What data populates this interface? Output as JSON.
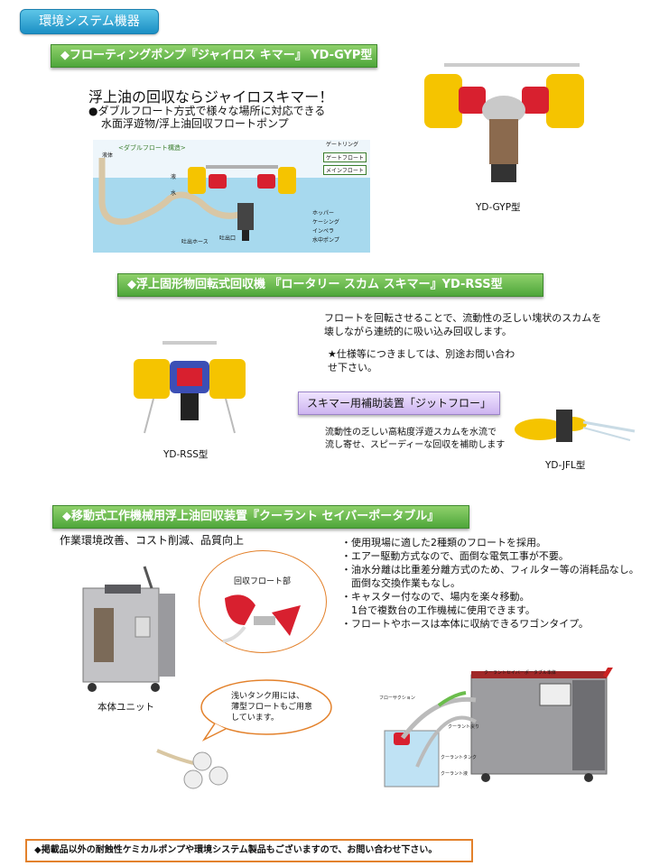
{
  "category_button": "環境システム機器",
  "section1": {
    "title": "◆フローティングポンプ『ジャイロス キマー』 YD-GYP型",
    "headline": "浮上油の回収ならジャイロスキマー！",
    "bullet": "●ダブルフロート方式で様々な場所に対応できる",
    "sub": "水面浮遊物/浮上油回収フロートポンプ",
    "diagram": {
      "title": "<ダブルフロート構造>",
      "labels": [
        "ゲートリング",
        "ゲートフロート",
        "メインフロート",
        "ホッパー",
        "ケーシング",
        "インペラ",
        "水中ポンプ",
        "吐出ホース",
        "吐出口",
        "液体",
        "液",
        "水"
      ]
    },
    "photo_caption": "YD-GYP型"
  },
  "section2": {
    "title": "◆浮上固形物回転式回収機 『ロータリー スカム スキマー』YD-RSS型",
    "desc_line1": "フロートを回転させることで、流動性の乏しい塊状のスカムを",
    "desc_line2": "壊しながら連続的に吸い込み回収します。",
    "note_line1": "★仕様等につきましては、別途お問い合わ",
    "note_line2": "せ下さい。",
    "photo_caption": "YD-RSS型",
    "aux_label": "スキマー用補助装置「ジットフロー」",
    "aux_desc_line1": "流動性の乏しい高粘度浮遊スカムを水流で",
    "aux_desc_line2": "流し寄せ、スピーディーな回収を補助します",
    "aux_caption": "YD-JFL型"
  },
  "section3": {
    "title": "◆移動式工作機械用浮上油回収装置『クーラント セイバーポータブル』",
    "subtitle": "作業環境改善、コスト削減、品質向上",
    "features": [
      "・使用現場に適した2種類のフロートを採用。",
      "・エアー駆動方式なので、面倒な電気工事が不要。",
      "・油水分離は比重差分離方式のため、フィルター等の消耗品なし。",
      "　面倒な交換作業もなし。",
      "・キャスター付なので、場内を楽々移動。",
      "　1台で複数台の工作機械に使用できます。",
      "・フロートやホースは本体に収納できるワゴンタイプ。"
    ],
    "unit_caption": "本体ユニット",
    "float_label": "回収フロート部",
    "bubble_text": [
      "浅いタンク用には、",
      "薄型フロートもご用意",
      "しています。"
    ],
    "schematic_labels": [
      "フローサクション",
      "クーラントセイバーポータブル本体",
      "クーラントタンク",
      "クーラント液",
      "クーラント戻り"
    ]
  },
  "footer": "◆掲載品以外の耐蝕性ケミカルポンプや環境システム製品もございますので、お問い合わせ下さい。",
  "colors": {
    "section_bar": "#5cb544",
    "category": "#2aa0d6",
    "accent_orange": "#e3812b",
    "float_yellow": "#f5c400",
    "float_red": "#d8202f"
  }
}
